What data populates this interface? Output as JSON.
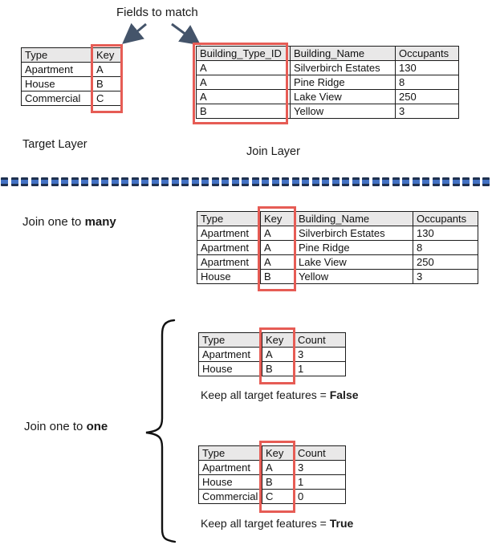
{
  "labels": {
    "fields_to_match": "Fields to match",
    "target_layer": "Target Layer",
    "join_layer": "Join Layer",
    "join_one_to_many": {
      "prefix": "Join one to ",
      "bold": "many"
    },
    "join_one_to_one": {
      "prefix": "Join one to ",
      "bold": "one"
    },
    "keep_false": {
      "prefix": "Keep all target features = ",
      "bold": "False"
    },
    "keep_true": {
      "prefix": "Keep all target features = ",
      "bold": "True"
    }
  },
  "colors": {
    "highlight_red": "#e65c55",
    "arrow_navy": "#44546a",
    "divider_blue": "#4472c4",
    "divider_outline": "#1f3150",
    "table_header_gray": "#e9e8e8"
  },
  "tables": {
    "target": {
      "headers": [
        "Type",
        "Key"
      ],
      "rows": [
        [
          "Apartment",
          "A"
        ],
        [
          "House",
          "B"
        ],
        [
          "Commercial",
          "C"
        ]
      ],
      "highlighted_column": "Key"
    },
    "join_layer": {
      "headers": [
        "Building_Type_ID",
        "Building_Name",
        "Occupants"
      ],
      "rows": [
        [
          "A",
          "Silverbirch Estates",
          "130"
        ],
        [
          "A",
          "Pine Ridge",
          "8"
        ],
        [
          "A",
          "Lake View",
          "250"
        ],
        [
          "B",
          "Yellow",
          "3"
        ]
      ],
      "highlighted_column": "Building_Type_ID"
    },
    "one_to_many": {
      "headers": [
        "Type",
        "Key",
        "Building_Name",
        "Occupants"
      ],
      "rows": [
        [
          "Apartment",
          "A",
          "Silverbirch Estates",
          "130"
        ],
        [
          "Apartment",
          "A",
          "Pine Ridge",
          "8"
        ],
        [
          "Apartment",
          "A",
          "Lake View",
          "250"
        ],
        [
          "House",
          "B",
          "Yellow",
          "3"
        ]
      ],
      "highlighted_column": "Key"
    },
    "one_to_one_false": {
      "headers": [
        "Type",
        "Key",
        "Count"
      ],
      "rows": [
        [
          "Apartment",
          "A",
          "3"
        ],
        [
          "House",
          "B",
          "1"
        ]
      ],
      "highlighted_column": "Key"
    },
    "one_to_one_true": {
      "headers": [
        "Type",
        "Key",
        "Count"
      ],
      "rows": [
        [
          "Apartment",
          "A",
          "3"
        ],
        [
          "House",
          "B",
          "1"
        ],
        [
          "Commercial",
          "C",
          "0"
        ]
      ],
      "highlighted_column": "Key"
    }
  }
}
